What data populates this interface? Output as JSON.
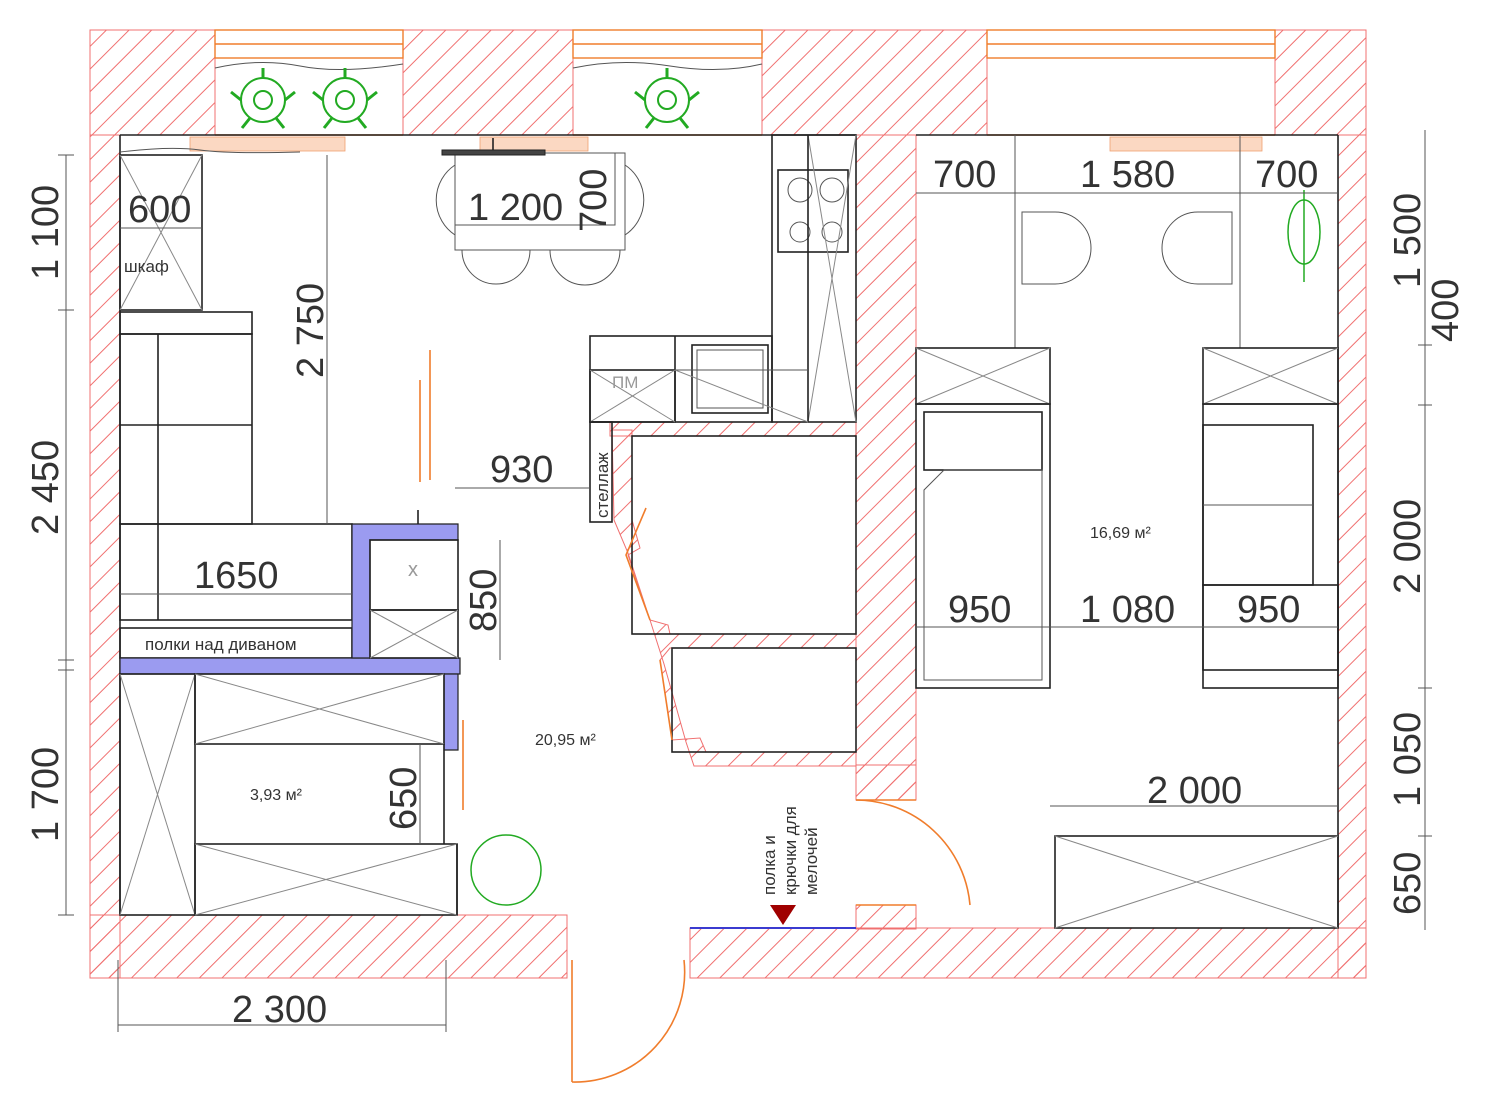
{
  "colors": {
    "wall_hatch": "#f05a5a",
    "door_swing": "#f07d2c",
    "built_in": "#9b9bf0",
    "plant": "#22aa22",
    "marker": "#a00000",
    "line": "#222222"
  },
  "rooms": {
    "living_area": "20,95 м²",
    "bedroom_area": "16,69 м²",
    "storage_area": "3,93 м²"
  },
  "labels": {
    "wardrobe": "шкаф",
    "shelves_over_sofa": "полки над диваном",
    "rack": "стеллаж",
    "dishwasher": "ПМ",
    "hooks_line1": "полка и",
    "hooks_line2": "крючки для",
    "hooks_line3": "мелочей",
    "x_mark": "x"
  },
  "dimensions": {
    "left_1": "1 100",
    "left_2": "2 450",
    "left_3": "1 700",
    "bottom_1": "2 300",
    "wardrobe_w": "600",
    "table_w": "1 200",
    "table_d": "700",
    "height_2750": "2 750",
    "pass_930": "930",
    "sofa_1650": "1650",
    "niche_850": "850",
    "closet_650": "650",
    "bed_top_1": "700",
    "bed_top_2": "1 580",
    "bed_top_3": "700",
    "bed_w1": "950",
    "bed_gap": "1 080",
    "bed_w2": "950",
    "bed_2000": "2 000",
    "right_1": "1 500",
    "right_2": "400",
    "right_3": "2 000",
    "right_4": "1 050",
    "right_5": "650"
  }
}
